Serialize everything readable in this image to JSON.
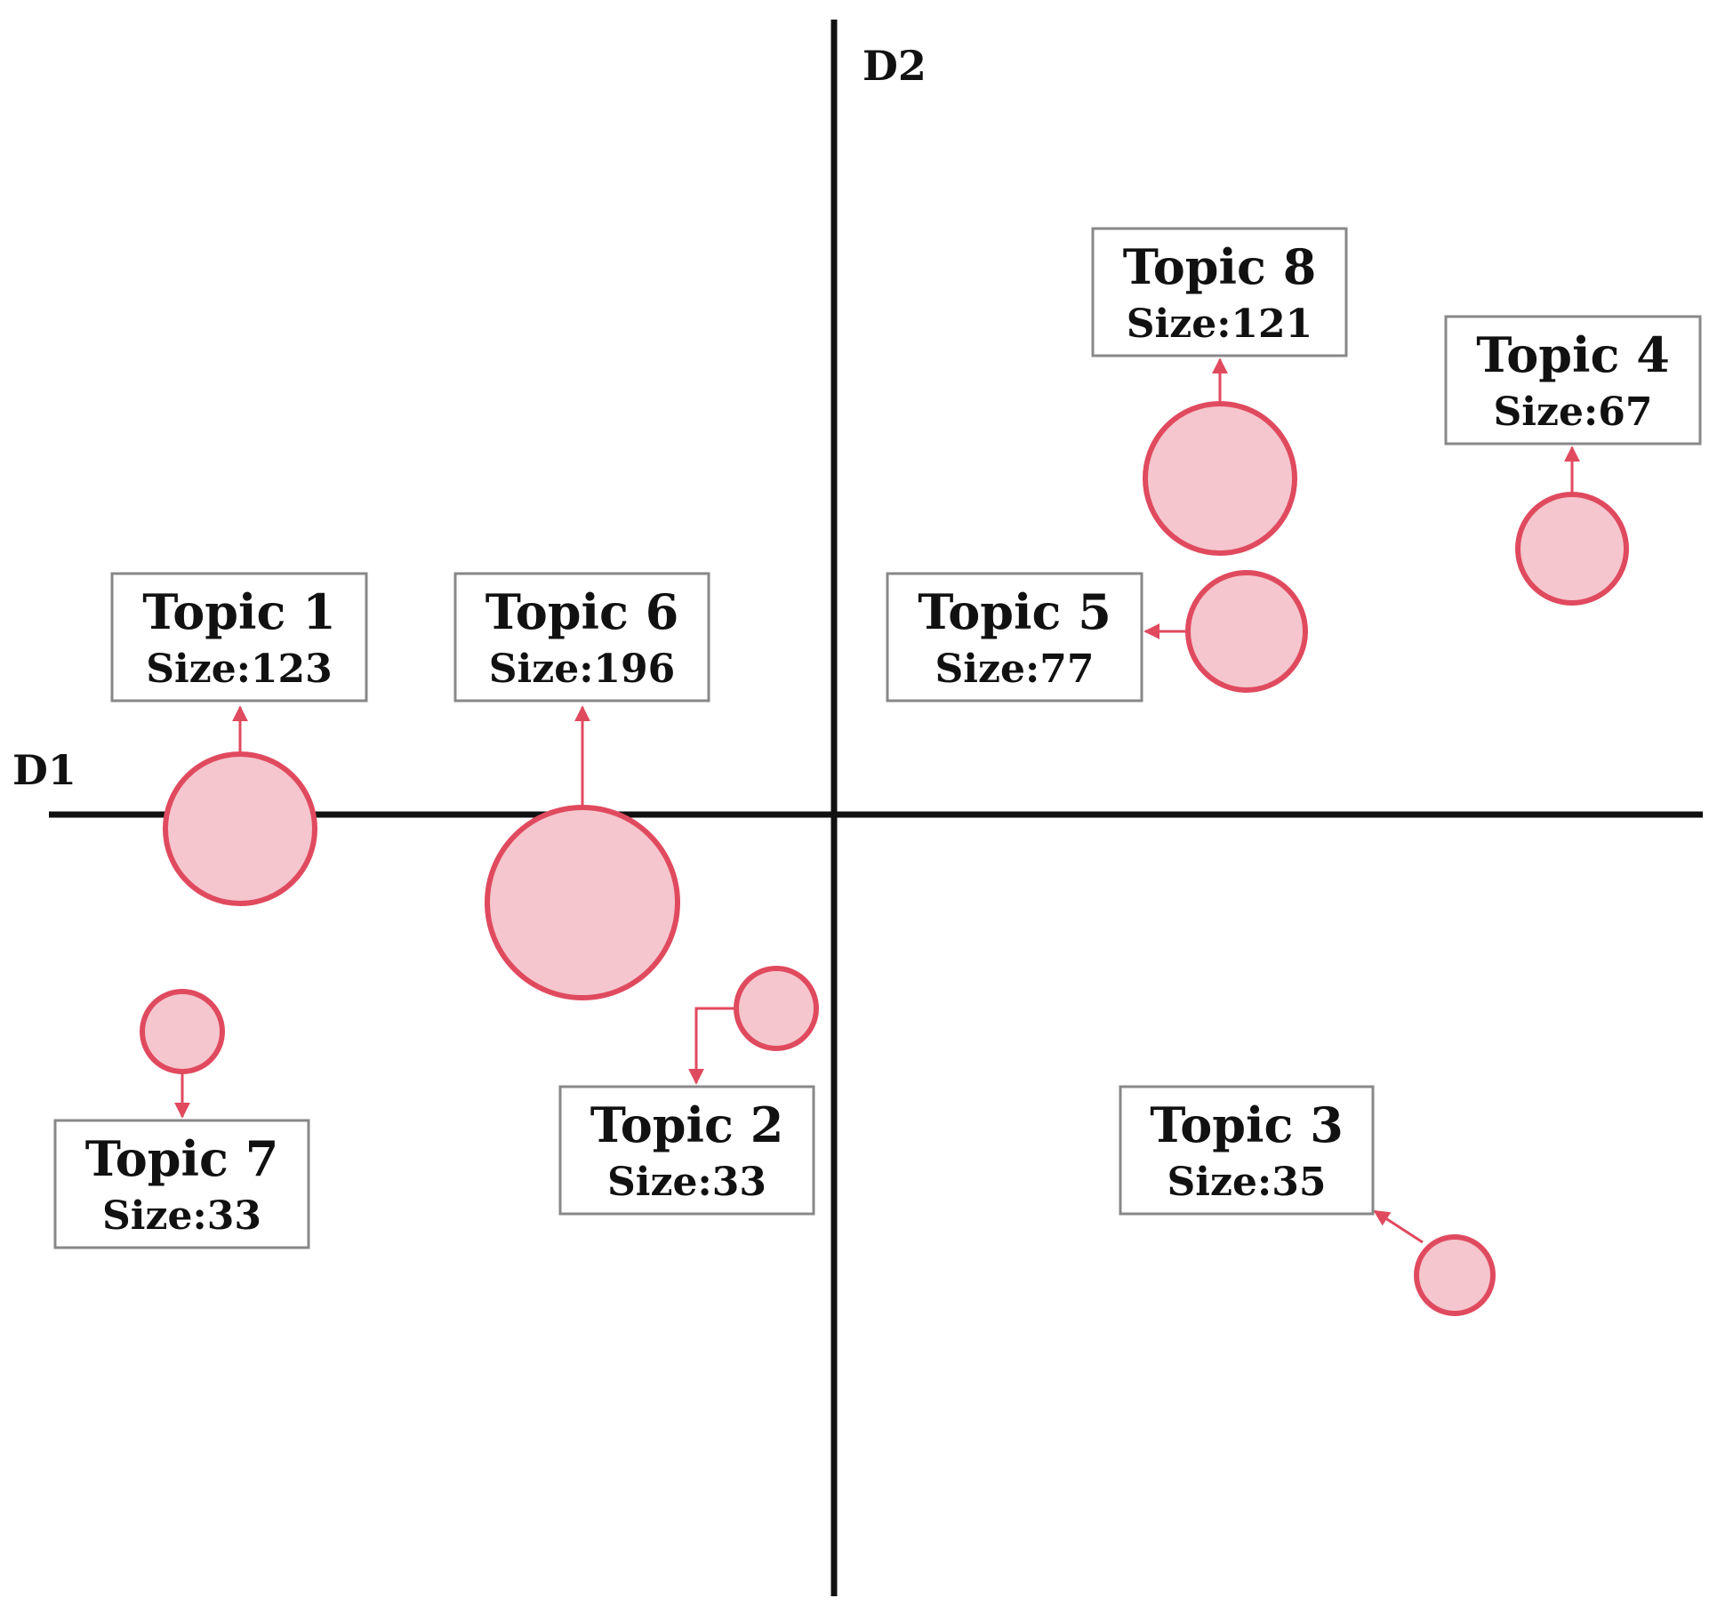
{
  "axes": {
    "x_label": "D1",
    "y_label": "D2"
  },
  "colors": {
    "bubble_fill": "#f5c6cd",
    "bubble_stroke": "#e04a5f",
    "arrow": "#e04a5f",
    "axis": "#111111",
    "label_box_border": "#888888",
    "label_box_fill": "#ffffff"
  },
  "chart_data": {
    "type": "scatter",
    "xlabel": "D1",
    "ylabel": "D2",
    "grid": false,
    "points": [
      {
        "label": "Topic 1",
        "size_text": "Size:123",
        "size": 123,
        "quadrant": "left, on D1 axis"
      },
      {
        "label": "Topic 2",
        "size_text": "Size:33",
        "size": 33,
        "quadrant": "lower-left"
      },
      {
        "label": "Topic 3",
        "size_text": "Size:35",
        "size": 35,
        "quadrant": "lower-right"
      },
      {
        "label": "Topic 4",
        "size_text": "Size:67",
        "size": 67,
        "quadrant": "upper-right"
      },
      {
        "label": "Topic 5",
        "size_text": "Size:77",
        "size": 77,
        "quadrant": "upper-right"
      },
      {
        "label": "Topic 6",
        "size_text": "Size:196",
        "size": 196,
        "quadrant": "left, on D1 axis"
      },
      {
        "label": "Topic 7",
        "size_text": "Size:33",
        "size": 33,
        "quadrant": "lower-left"
      },
      {
        "label": "Topic 8",
        "size_text": "Size:121",
        "size": 121,
        "quadrant": "upper-right"
      }
    ]
  }
}
